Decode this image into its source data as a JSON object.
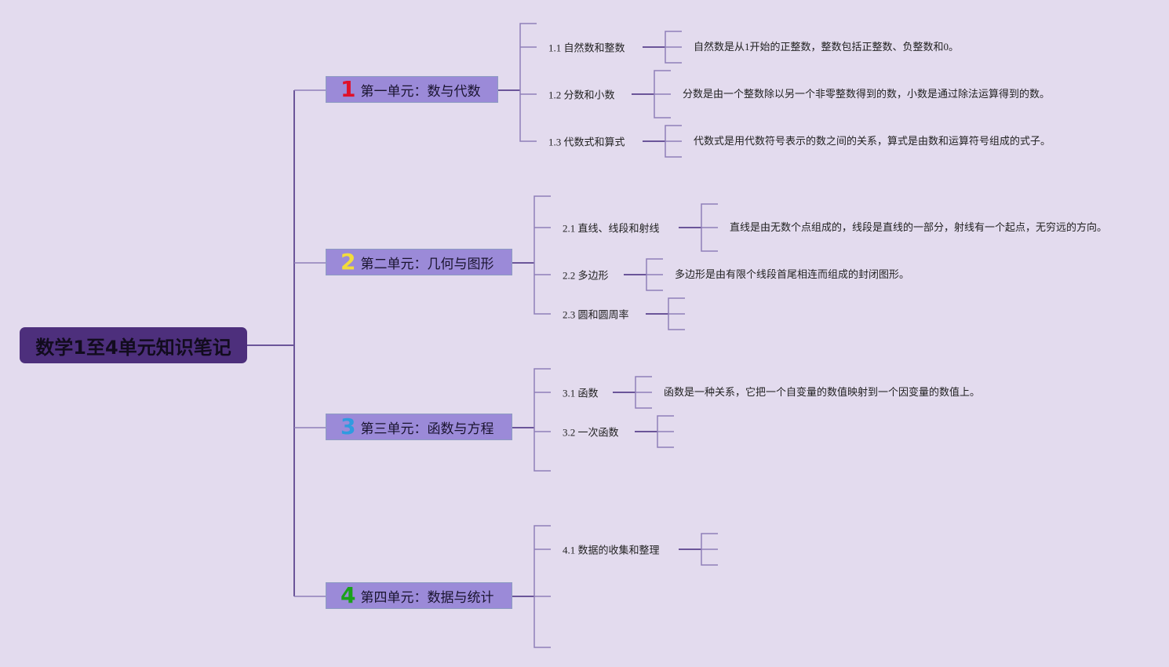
{
  "root": {
    "title": "数学1至4单元知识笔记"
  },
  "colors": {
    "background": "#e3dbee",
    "root": "#4d2f7c",
    "unit": "#9b8ad8",
    "num1": "#e0102a",
    "num2": "#f2dc3c",
    "num3": "#2f9be0",
    "num4": "#1aa11a"
  },
  "units": [
    {
      "num": "1",
      "title": "第一单元：数与代数",
      "topics": [
        {
          "label": "1.1 自然数和整数",
          "note": "自然数是从1开始的正整数，整数包括正整数、负整数和0。"
        },
        {
          "label": "1.2 分数和小数",
          "note": "分数是由一个整数除以另一个非零整数得到的数，小数是通过除法运算得到的数。"
        },
        {
          "label": "1.3 代数式和算式",
          "note": "代数式是用代数符号表示的数之间的关系，算式是由数和运算符号组成的式子。"
        }
      ]
    },
    {
      "num": "2",
      "title": "第二单元：几何与图形",
      "topics": [
        {
          "label": "2.1 直线、线段和射线",
          "note": "直线是由无数个点组成的，线段是直线的一部分，射线有一个起点，无穷远的方向。"
        },
        {
          "label": "2.2 多边形",
          "note": "多边形是由有限个线段首尾相连而组成的封闭图形。"
        },
        {
          "label": "2.3 圆和圆周率",
          "note": ""
        }
      ]
    },
    {
      "num": "3",
      "title": "第三单元：函数与方程",
      "topics": [
        {
          "label": "3.1 函数",
          "note": "函数是一种关系，它把一个自变量的数值映射到一个因变量的数值上。"
        },
        {
          "label": "3.2 一次函数",
          "note": ""
        }
      ]
    },
    {
      "num": "4",
      "title": "第四单元：数据与统计",
      "topics": [
        {
          "label": "4.1 数据的收集和整理",
          "note": ""
        }
      ]
    }
  ]
}
